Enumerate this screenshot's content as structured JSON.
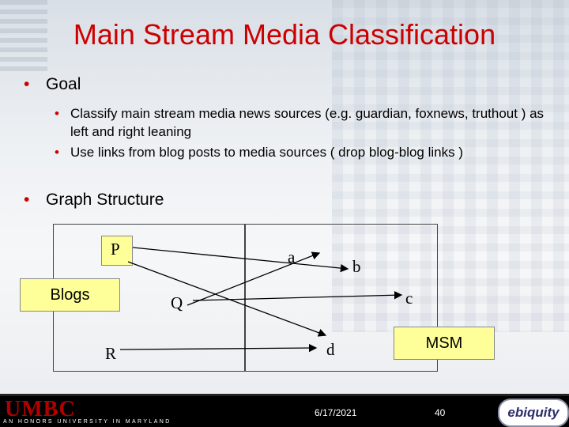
{
  "title": "Main Stream Media Classification",
  "bullets": {
    "goal": "Goal",
    "goal_sub1": "Classify main stream media news sources (e.g. guardian, foxnews, truthout ) as left and right leaning",
    "goal_sub2": "Use links from blog posts to media sources ( drop blog-blog links )",
    "graph": "Graph Structure"
  },
  "diagram": {
    "group_left": "Blogs",
    "group_right": "MSM",
    "nodes": {
      "P": "P",
      "Q": "Q",
      "R": "R",
      "a": "a",
      "b": "b",
      "c": "c",
      "d": "d"
    },
    "edges": [
      {
        "from": "P",
        "to": "b"
      },
      {
        "from": "Q",
        "to": "a"
      },
      {
        "from": "Q",
        "to": "c"
      },
      {
        "from": "P",
        "to": "d"
      },
      {
        "from": "R",
        "to": "d"
      }
    ]
  },
  "footer": {
    "org": "UMBC",
    "org_sub": "AN HONORS UNIVERSITY IN MARYLAND",
    "date": "6/17/2021",
    "page": "40",
    "brand": "ebiquity"
  }
}
